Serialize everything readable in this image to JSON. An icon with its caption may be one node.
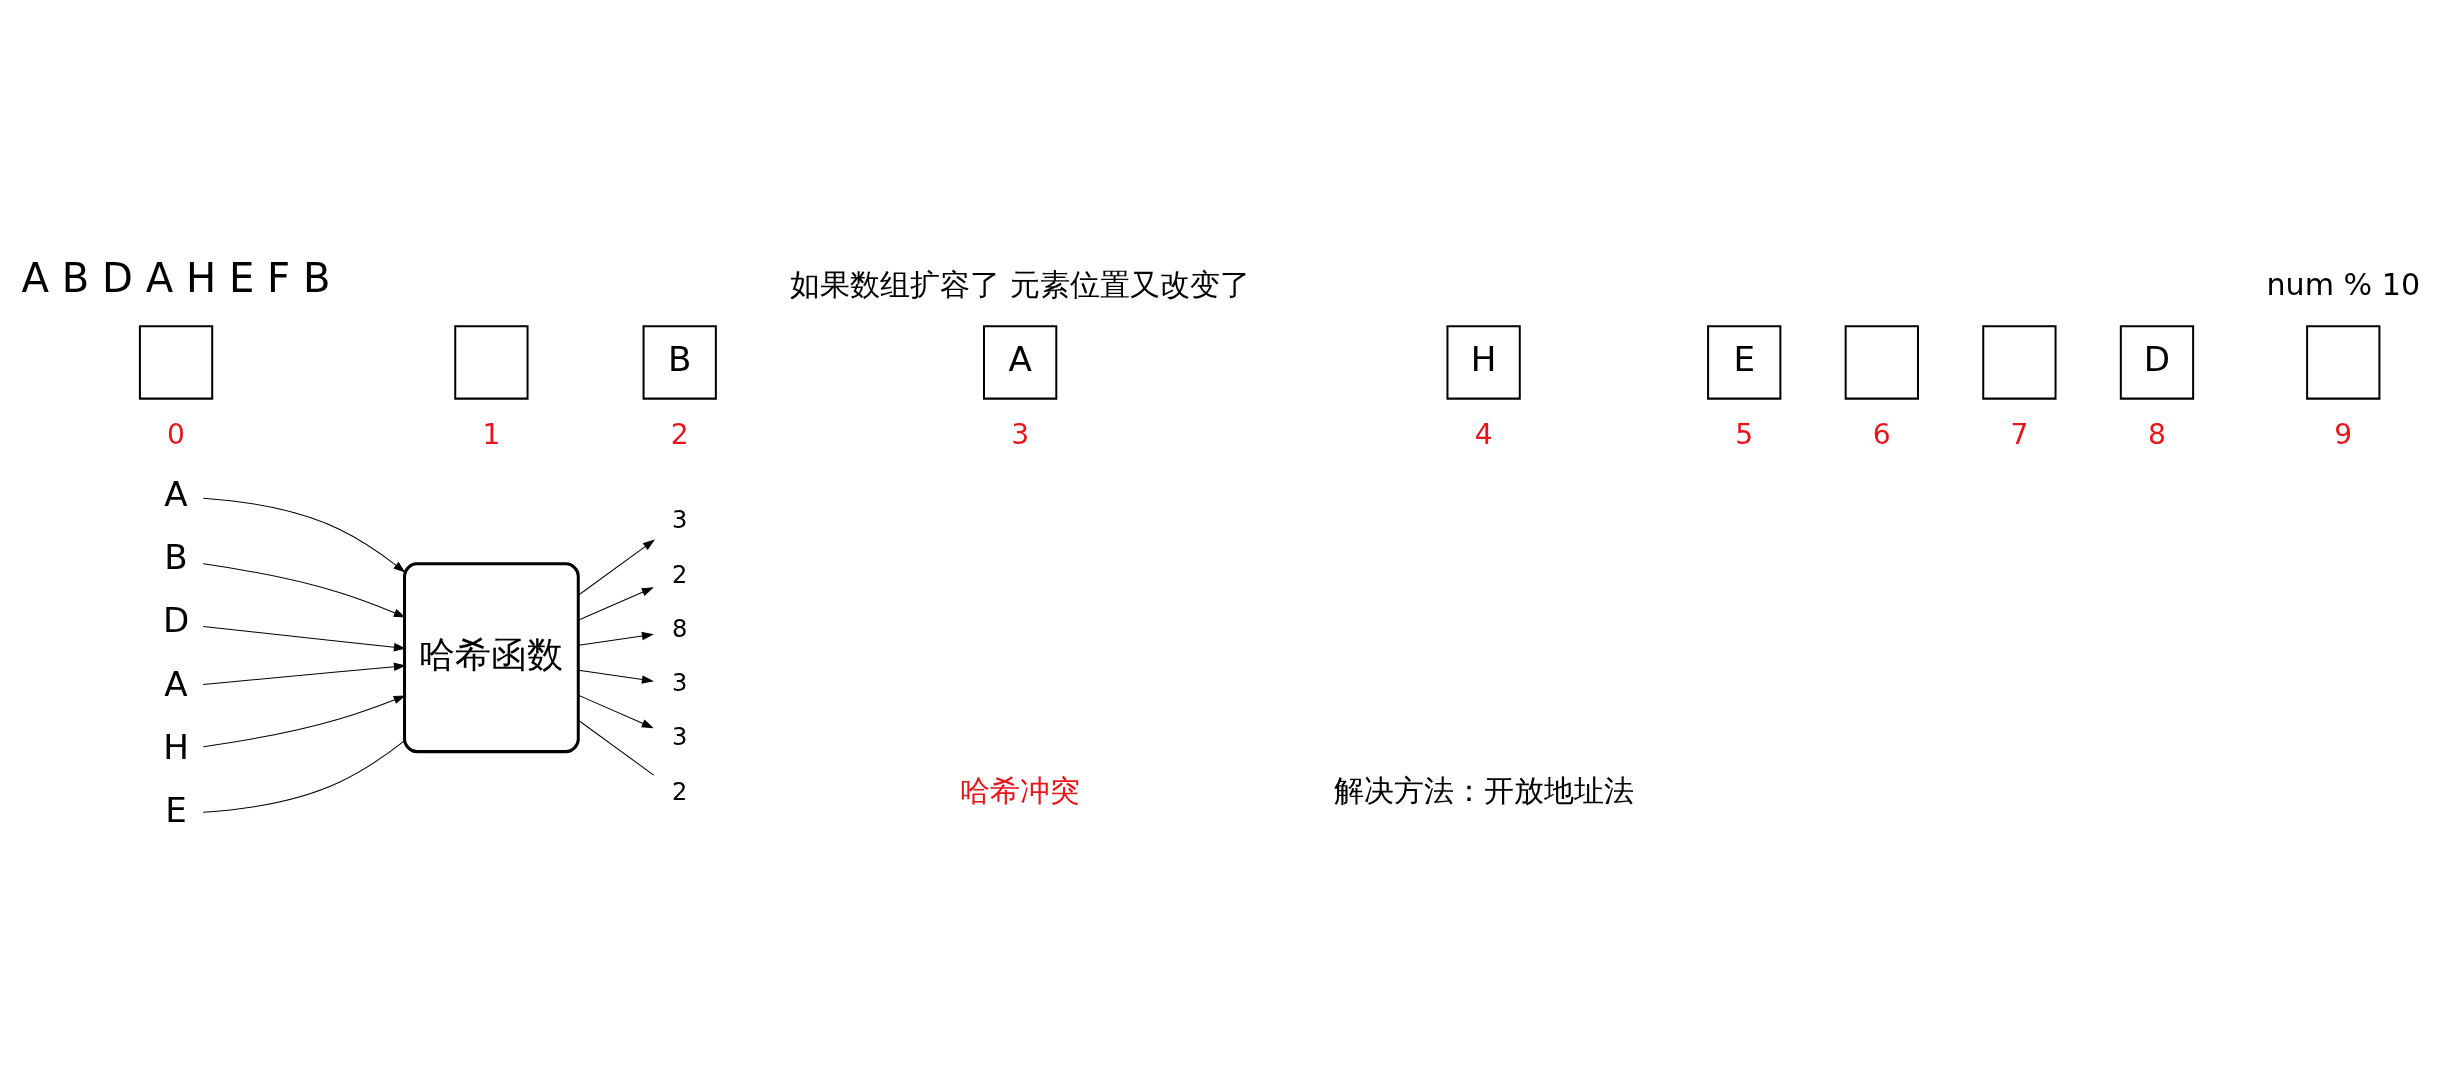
{
  "diagram": {
    "nodes": [
      {
        "text": [
          "A"
        ]
      },
      {
        "text": [
          "B"
        ]
      },
      {
        "text": [
          "D"
        ]
      },
      {
        "text": [
          "A"
        ]
      },
      {
        "text": [
          "H"
        ]
      },
      {
        "text": [
          "E"
        ]
      },
      {
        "text": [
          "哈希函数"
        ]
      },
      {
        "text": [
          "3"
        ]
      },
      {
        "text": [
          "2"
        ]
      },
      {
        "text": [
          "8"
        ]
      },
      {
        "text": [
          "3"
        ]
      },
      {
        "text": [
          "3"
        ]
      },
      {
        "text": [
          "2"
        ]
      },
      {
        "text": [],
        "shape": "box"
      },
      {
        "text": [],
        "shape": "box"
      },
      {
        "text": [
          "B"
        ]
      },
      {
        "text": [
          "A"
        ]
      },
      {
        "text": [
          "H"
        ]
      },
      {
        "text": [
          "E"
        ]
      },
      {
        "text": [],
        "shape": "box"
      },
      {
        "text": [],
        "shape": "box"
      },
      {
        "text": [
          "D"
        ]
      },
      {
        "text": [],
        "shape": "box"
      }
    ],
    "edges": [
      {
        "from": 0,
        "to": 6,
        "arrow": "to"
      },
      {
        "from": 1,
        "to": 6,
        "arrow": "to"
      },
      {
        "from": 2,
        "to": 6,
        "arrow": "to"
      },
      {
        "from": 3,
        "to": 6,
        "arrow": "to"
      },
      {
        "from": 4,
        "to": 6,
        "arrow": "to"
      },
      {
        "from": 5,
        "to": 6,
        "arrow": "none"
      },
      {
        "from": 6,
        "to": 7,
        "arrow": "to"
      },
      {
        "from": 6,
        "to": 8,
        "arrow": "to"
      },
      {
        "from": 6,
        "to": 9,
        "arrow": "to"
      },
      {
        "from": 6,
        "to": 10,
        "arrow": "to"
      },
      {
        "from": 6,
        "to": 11,
        "arrow": "to"
      },
      {
        "from": 6,
        "to": 12,
        "arrow": "none"
      }
    ],
    "labels": [
      "A B D A H E F B",
      "num % 10",
      "哈希冲突",
      "解决方法：开放地址法",
      "如果数组扩容了 元素位置又改变了",
      "0",
      "1",
      "2",
      "3",
      "4",
      "5",
      "6",
      "7",
      "8",
      "9"
    ]
  }
}
